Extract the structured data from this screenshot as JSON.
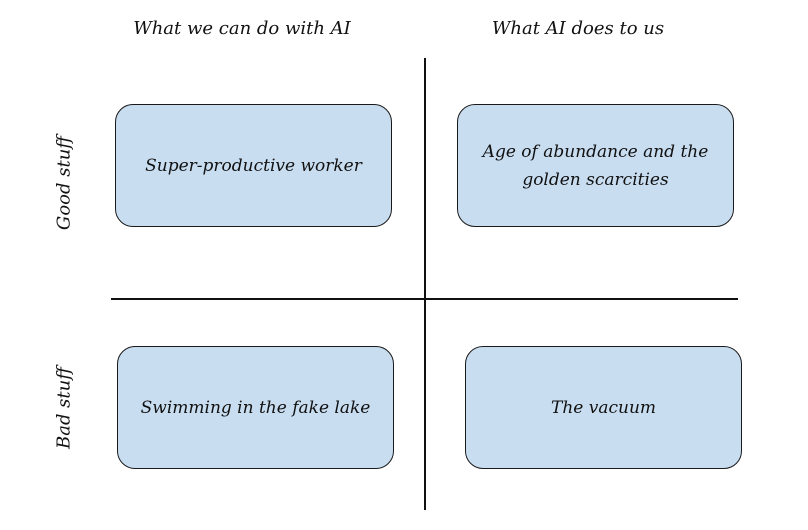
{
  "columns": {
    "left": "What we can do with AI",
    "right": "What AI does to us"
  },
  "rows": {
    "top": "Good stuff",
    "bottom": "Bad stuff"
  },
  "quadrants": {
    "top_left": "Super-productive worker",
    "top_right": "Age of abundance and the golden scarcities",
    "bottom_left": "Swimming in the fake lake",
    "bottom_right": "The vacuum"
  },
  "colors": {
    "box_fill": "#c9ddf1",
    "stroke": "#1a1a1a"
  }
}
